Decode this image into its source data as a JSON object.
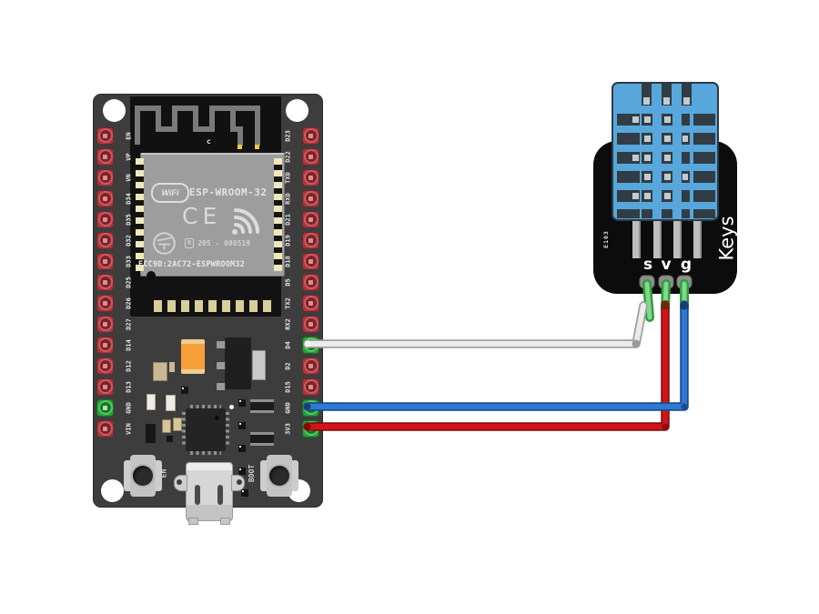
{
  "colors": {
    "board": "#3d3d3d",
    "shield": "#9d9d9d",
    "pin_red": "#a33a40",
    "pin_green": "#2e9c3a",
    "sensor_blue": "#57a7dc",
    "module_black": "#0c0c0c",
    "wire_signal": "#ececec",
    "wire_power": "#cf1518",
    "wire_ground": "#2e7ad0"
  },
  "esp32": {
    "antenna_label": "c",
    "module": {
      "logo": "WiFi",
      "name": "ESP-WROOM-32",
      "ce": "CE",
      "cert_prefix": "R",
      "cert_number": "205 - 000519",
      "fcc_id": "FCC9D:2AC72-ESPWROOM32"
    },
    "left_pins": [
      "EN",
      "VP",
      "VN",
      "D34",
      "D35",
      "D32",
      "D33",
      "D25",
      "D26",
      "D27",
      "D14",
      "D12",
      "D13",
      "GND",
      "VIN"
    ],
    "right_pins": [
      "D23",
      "D22",
      "TXD",
      "RXD",
      "D21",
      "D19",
      "D18",
      "D5",
      "TX2",
      "RX2",
      "D4",
      "D2",
      "D15",
      "GND",
      "3V3"
    ],
    "buttons": {
      "en": "EN",
      "boot": "BOOT"
    }
  },
  "sensor": {
    "brand": "Keys",
    "code": "E103",
    "pin_labels": [
      "s",
      "v",
      "g"
    ]
  },
  "wires": [
    {
      "name": "signal",
      "from": "D4",
      "to": "s",
      "color": "#ececec",
      "outline": "#9f9f9f"
    },
    {
      "name": "power",
      "from": "3V3",
      "to": "v",
      "color": "#cf1518",
      "outline": "#8a0d10"
    },
    {
      "name": "ground",
      "from": "GND",
      "to": "g",
      "color": "#2e7ad0",
      "outline": "#1a4c92"
    }
  ]
}
